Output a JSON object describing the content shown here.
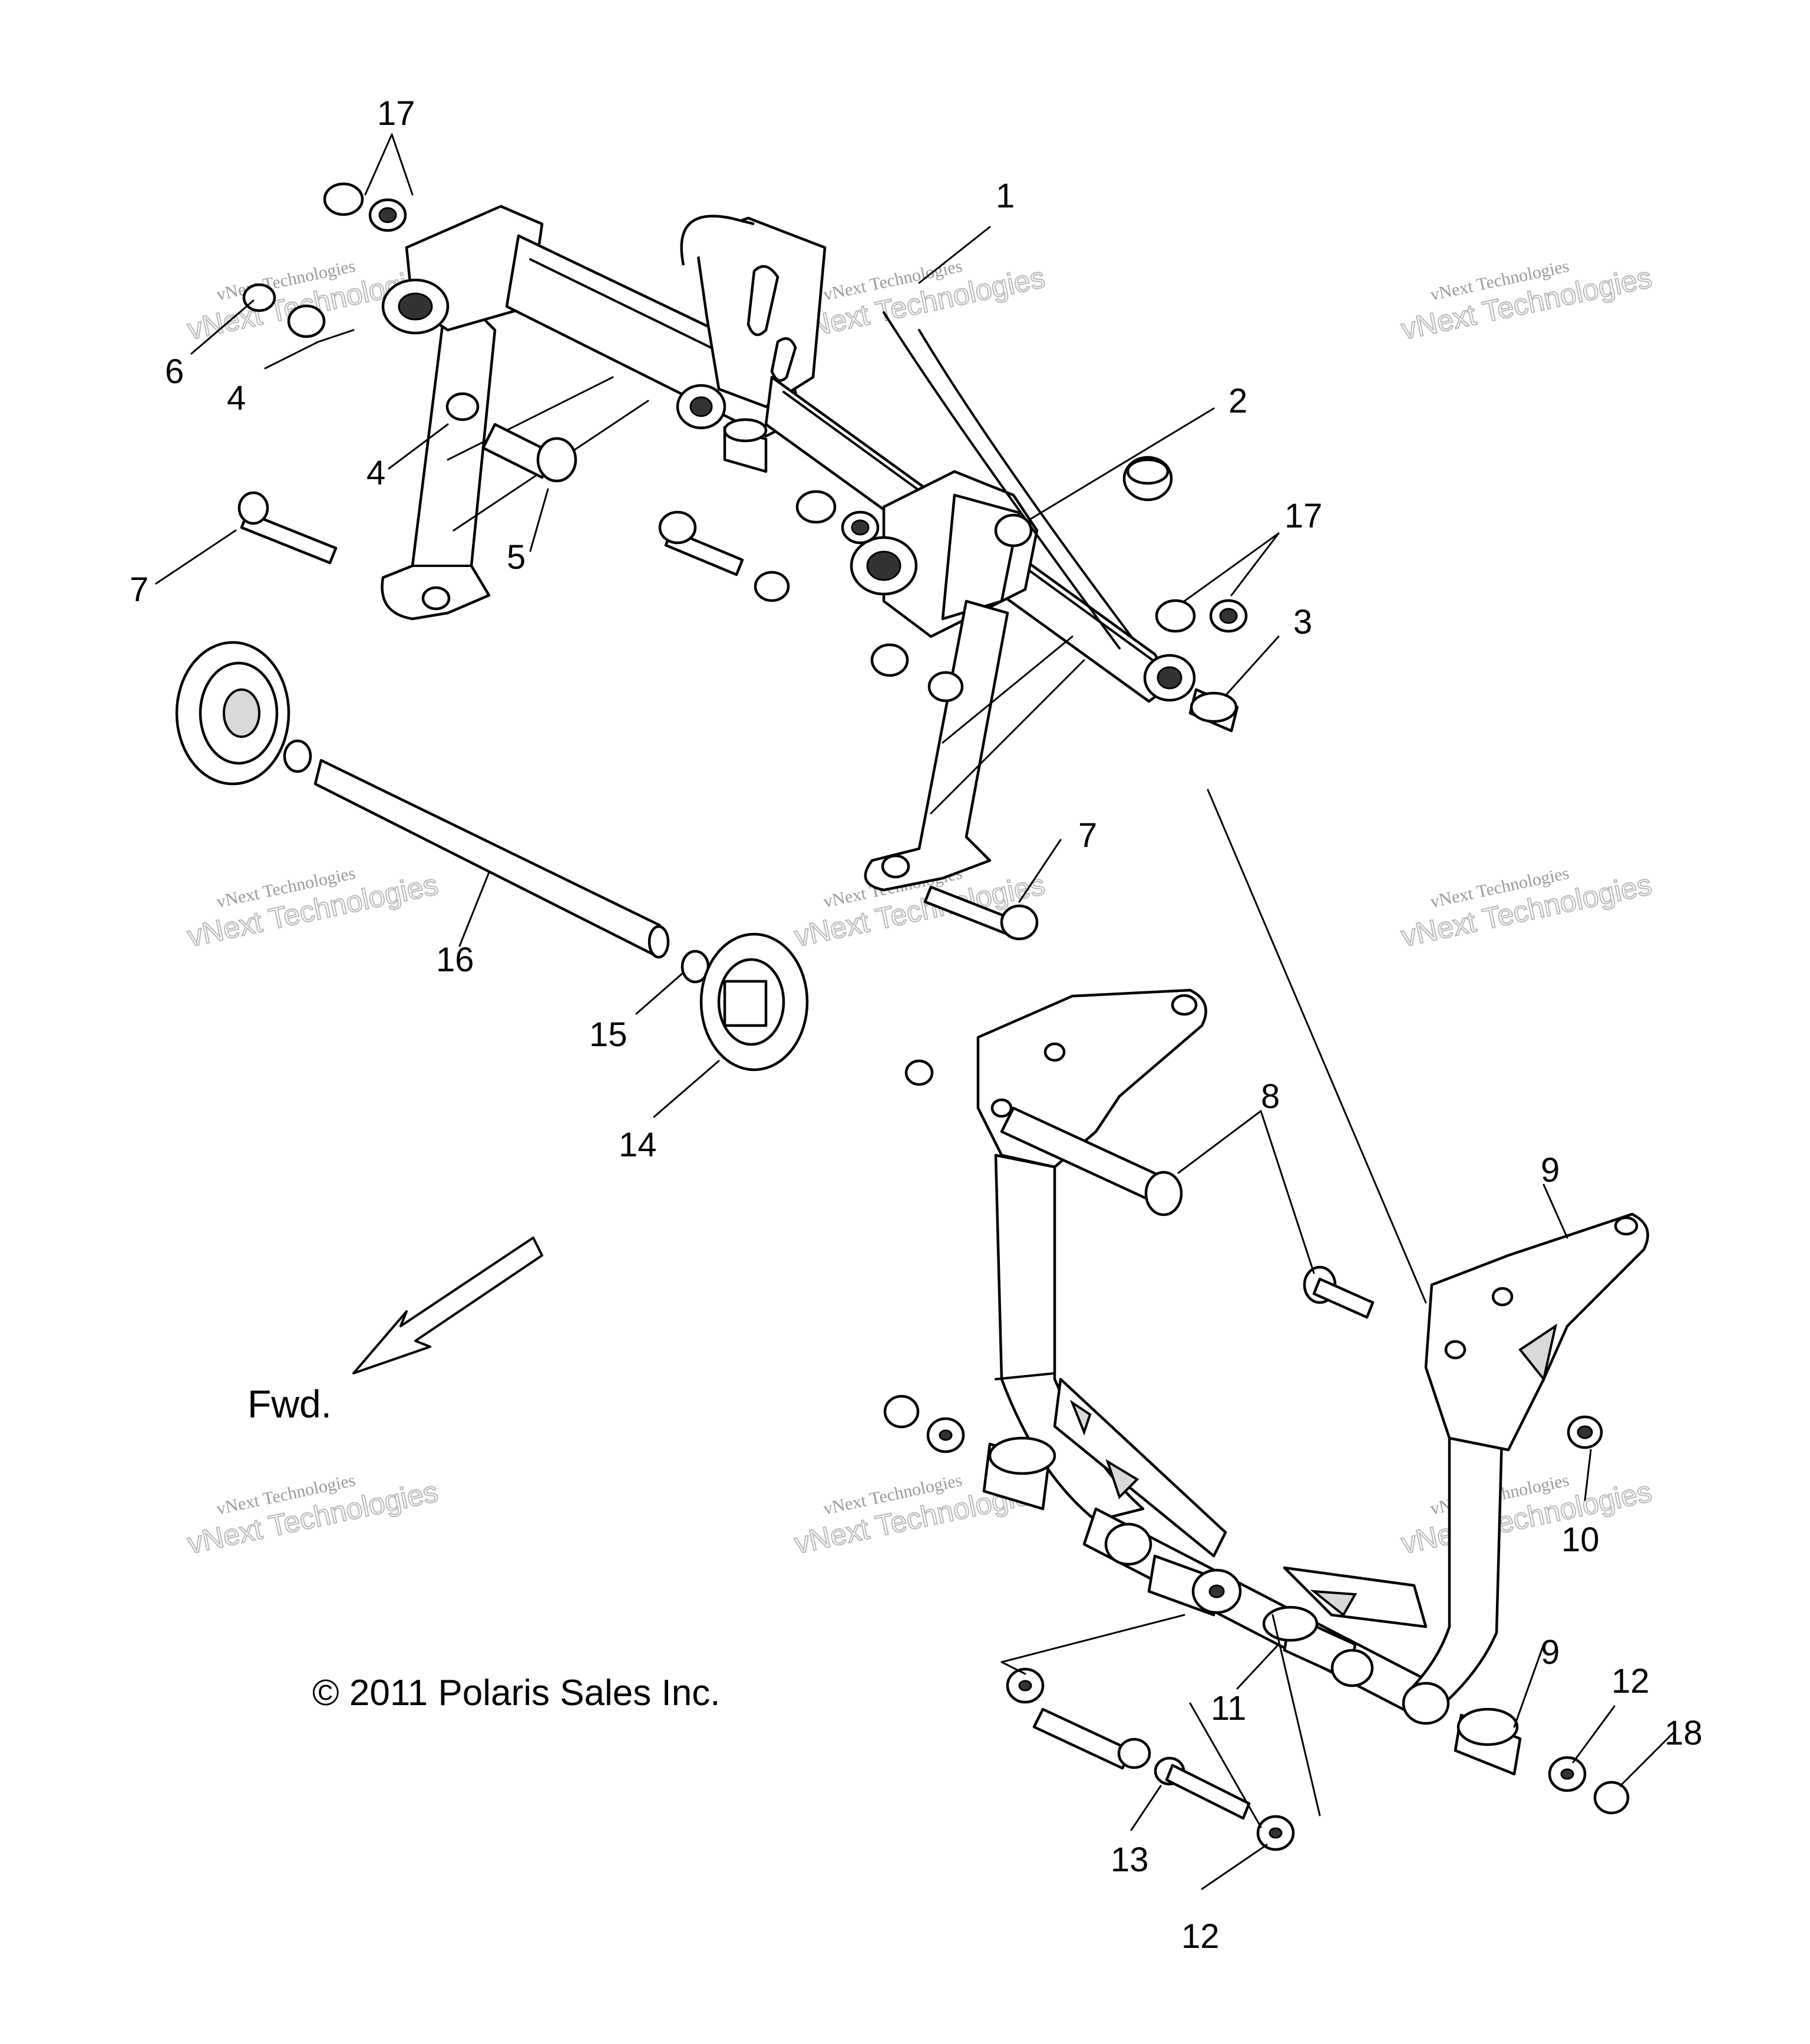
{
  "callouts": [
    {
      "id": "c17a",
      "text": "17"
    },
    {
      "id": "c1",
      "text": "1"
    },
    {
      "id": "c6",
      "text": "6"
    },
    {
      "id": "c4a",
      "text": "4"
    },
    {
      "id": "c4b",
      "text": "4"
    },
    {
      "id": "c2",
      "text": "2"
    },
    {
      "id": "c5",
      "text": "5"
    },
    {
      "id": "c7a",
      "text": "7"
    },
    {
      "id": "c17b",
      "text": "17"
    },
    {
      "id": "c3",
      "text": "3"
    },
    {
      "id": "c7b",
      "text": "7"
    },
    {
      "id": "c16",
      "text": "16"
    },
    {
      "id": "c15",
      "text": "15"
    },
    {
      "id": "c14",
      "text": "14"
    },
    {
      "id": "c8",
      "text": "8"
    },
    {
      "id": "c9a",
      "text": "9"
    },
    {
      "id": "c10",
      "text": "10"
    },
    {
      "id": "c11",
      "text": "11"
    },
    {
      "id": "c9b",
      "text": "9"
    },
    {
      "id": "c12a",
      "text": "12"
    },
    {
      "id": "c18",
      "text": "18"
    },
    {
      "id": "c13",
      "text": "13"
    },
    {
      "id": "c12b",
      "text": "12"
    }
  ],
  "direction_label": "Fwd.",
  "copyright": "© 2011 Polaris Sales Inc.",
  "watermark": {
    "line1": "vNext Technologies",
    "line2": "vNext Technologies"
  }
}
